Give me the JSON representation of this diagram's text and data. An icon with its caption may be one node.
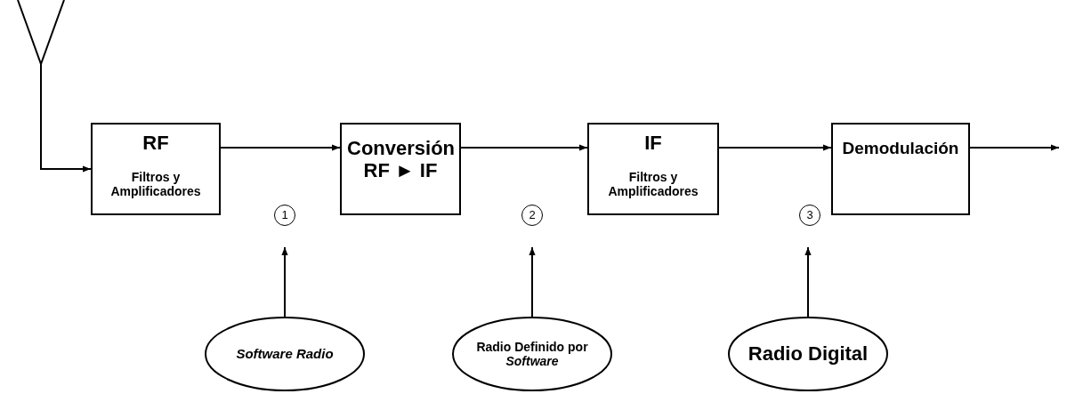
{
  "diagram": {
    "nodes": [
      {
        "text": [],
        "shape": "picture"
      },
      {
        "text": [
          "RF",
          "Filtros y Amplificadores"
        ]
      },
      {
        "text": [
          "Conversión RF ► IF"
        ]
      },
      {
        "text": [
          "IF",
          "Filtros y Amplificadores"
        ]
      },
      {
        "text": [
          "Demodulación"
        ]
      },
      {
        "text": [
          "1"
        ]
      },
      {
        "text": [
          "2"
        ]
      },
      {
        "text": [
          "3"
        ]
      },
      {
        "text": [
          "Software Radio"
        ]
      },
      {
        "text": [
          "Radio Definido por *Software*"
        ]
      },
      {
        "text": [
          "Radio Digital"
        ]
      }
    ],
    "edges": [
      {
        "from": 0,
        "to": 1,
        "arrow": "to"
      },
      {
        "from": 1,
        "to": 2,
        "arrow": "to"
      },
      {
        "from": 2,
        "to": 3,
        "arrow": "to"
      },
      {
        "from": 3,
        "to": 4,
        "arrow": "to"
      },
      {
        "from": 4,
        "to": null,
        "arrow": "to"
      },
      {
        "from": 8,
        "to": 5,
        "arrow": "to"
      },
      {
        "from": 9,
        "to": 6,
        "arrow": "to"
      },
      {
        "from": 10,
        "to": 7,
        "arrow": "to"
      }
    ]
  }
}
